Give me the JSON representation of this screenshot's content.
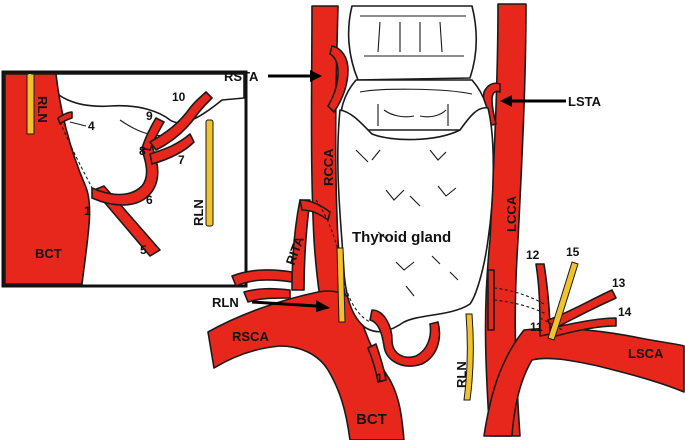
{
  "labels": {
    "rsta": "RSTA",
    "lsta": "LSTA",
    "rcca": "RCCA",
    "lcca": "LCCA",
    "rita": "RITA",
    "thyroid": "Thyroid gland",
    "rln_main": "RLN",
    "rln_left": "RLN",
    "rsca": "RSCA",
    "lsca": "LSCA",
    "bct_main": "BCT",
    "inset_rln_top": "RLN",
    "inset_rln_side": "RLN",
    "inset_bct": "BCT"
  },
  "numbers": {
    "n1_main": "1",
    "n11": "11",
    "n12": "12",
    "n13": "13",
    "n14": "14",
    "n15": "15",
    "n1_inset": "1",
    "n4": "4",
    "n5": "5",
    "n6": "6",
    "n7": "7",
    "n8": "8",
    "n9": "9",
    "n10": "10"
  },
  "colors": {
    "artery": "#e8271c",
    "nerve": "#f2c12e",
    "outline": "#1a1a1a"
  }
}
